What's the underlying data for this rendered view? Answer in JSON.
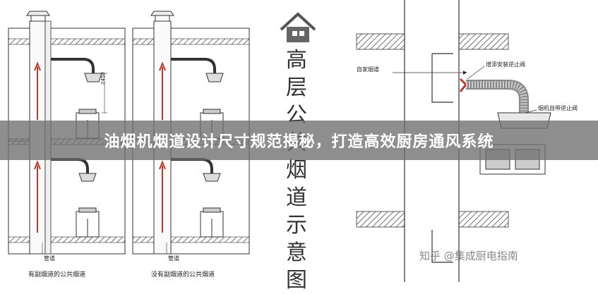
{
  "banner": {
    "text": "油烟机烟道设计尺寸规范揭秘，打造高效厨房通风系统"
  },
  "title_vertical": [
    "高",
    "层",
    "公",
    "共",
    "烟",
    "道",
    "示",
    "意",
    "图"
  ],
  "left_diagram": {
    "dimension_label": "2450",
    "floor_label_1": "管道",
    "floor_label_2": "管道",
    "caption_1": "有副烟道的公共烟道",
    "caption_2": "没有副烟道的公共烟道"
  },
  "right_diagram": {
    "label_own_flue": "自家烟道",
    "label_add_valve": "增添安装逆止阀",
    "label_hood_valve": "烟机自带逆止阀"
  },
  "watermark": "知乎 @集成厨电指南",
  "colors": {
    "arrow": "#c0392b",
    "banner_bg": "#6e6e6e",
    "hatch": "#333333"
  }
}
